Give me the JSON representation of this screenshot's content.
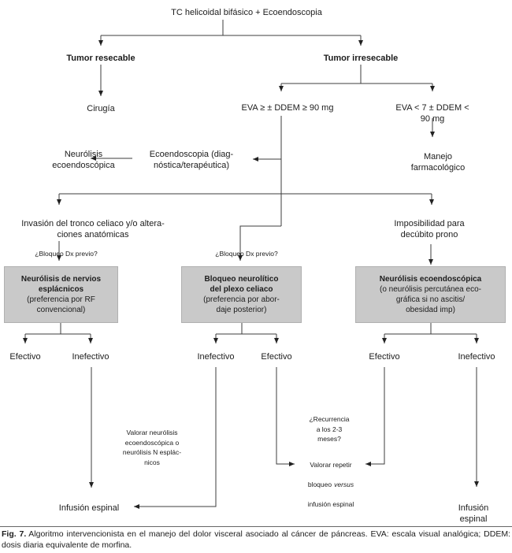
{
  "figure": {
    "title": "TC helicoidal bifásico + Ecoendoscopia",
    "nodes": {
      "tumor_resecable": "Tumor resecable",
      "tumor_irresecable": "Tumor irresecable",
      "cirugia": "Cirugía",
      "eva_alta": "EVA ≥ ± DDEM ≥ 90 mg",
      "eva_baja": "EVA < 7 ± DDEM < 90 mg",
      "neurolisis_ecoendoscopica": "Neurólisis\necoendoscópica",
      "ecoendoscopia": "Ecoendoscopia (diag-\nnóstica/terapéutica)",
      "manejo_farmacologico": "Manejo farmacológico",
      "invasion_tronco": "Invasión del tronco celiaco y/o altera-\nciones anatómicas",
      "imposibilidad_decubito": "Imposibilidad para\ndecúbito prono",
      "bloqueo_dx_izquierda": "¿Bloqueo Dx previo?",
      "bloqueo_dx_centro": "¿Bloqueo Dx previo?"
    },
    "boxes": [
      {
        "title": "Neurólisis de nervios\nesplácnicos",
        "subtitle": "(preferencia por RF\nconvencional)"
      },
      {
        "title": "Bloqueo neurolítico\ndel plexo celiaco",
        "subtitle": "(preferencia por abor-\ndaje posterior)"
      },
      {
        "title": "Neurólisis ecoendoscópica",
        "subtitle": "(o neurólisis percutánea eco-\ngráfica si no ascitis/\nobesidad imp)"
      }
    ],
    "outcomes": [
      "Efectivo",
      "Inefectivo",
      "Inefectivo",
      "Efectivo",
      "Efectivo",
      "Inefectivo"
    ],
    "annotations": {
      "valorar_neurolisis": "Valorar neurólisis\necoendoscópica o\nneurólisis N esplác-\nnicos",
      "recurrencia": "¿Recurrencia\na los 2-3\nmeses?",
      "valorar_repetir_line1": "Valorar repetir",
      "valorar_repetir_line2a": "bloqueo",
      "valorar_repetir_line2b": "versus",
      "valorar_repetir_line3": "infusión espinal",
      "infusion_espinal_izquierda": "Infusión espinal",
      "infusion_espinal_derecha": "Infusión espinal"
    },
    "caption": {
      "label": "Fig. 7.",
      "text": "Algoritmo intervencionista en el manejo del dolor visceral asociado al cáncer de páncreas. EVA: escala visual analógica; DDEM: dosis diaria equivalente de morfina."
    },
    "colors": {
      "box_fill": "#c9c9c9",
      "line": "#3c3c3c",
      "text": "#1c1c1c",
      "background": "#ffffff"
    }
  }
}
